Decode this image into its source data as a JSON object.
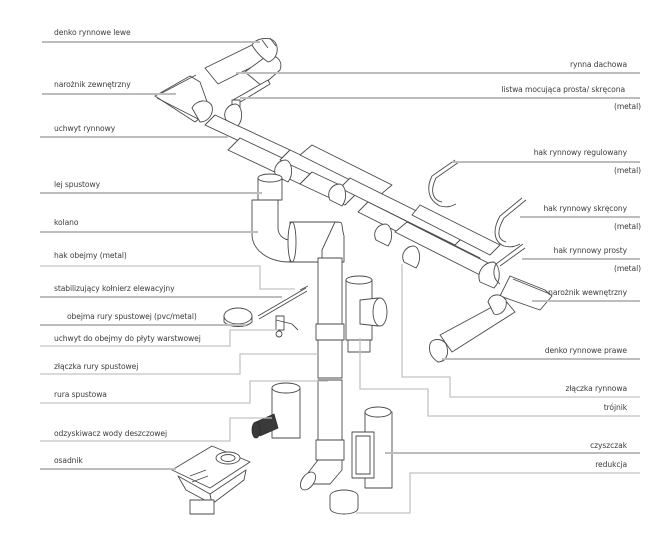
{
  "diagram": {
    "title": "",
    "labels_left": [
      {
        "id": "denko-lewe",
        "text": "denko rynnowe lewe"
      },
      {
        "id": "naroznik-zewnetrzny",
        "text": "narożnik zewnętrzny"
      },
      {
        "id": "uchwyt-rynnowy",
        "text": "uchwyt rynnowy"
      },
      {
        "id": "lej-spustowy",
        "text": "lej spustowy"
      },
      {
        "id": "kolano",
        "text": "kolano"
      },
      {
        "id": "hak-obejmy",
        "text": "hak obejmy (metal)"
      },
      {
        "id": "stabilizujacy-kolnierz",
        "text": "stabilizujący kołnierz elewacyjny"
      },
      {
        "id": "obejma-rury",
        "text": "obejma rury spustowej (pvc/metal)"
      },
      {
        "id": "uchwyt-do-obejmy",
        "text": "uchwyt do obejmy do płyty warstwowej"
      },
      {
        "id": "zlaczka-rury",
        "text": "złączka rury spustowej"
      },
      {
        "id": "rura-spustowa",
        "text": "rura spustowa"
      },
      {
        "id": "odzyskiwacz",
        "text": "odzyskiwacz wody deszczowej"
      },
      {
        "id": "osadnik",
        "text": "osadnik"
      }
    ],
    "labels_right": [
      {
        "id": "rynna-dachowa",
        "text": "rynna dachowa",
        "note": ""
      },
      {
        "id": "listwa-mocujaca",
        "text": "listwa mocująca prosta/ skręcona",
        "note": "(metal)"
      },
      {
        "id": "hak-regulowany",
        "text": "hak rynnowy regulowany",
        "note": "(metal)"
      },
      {
        "id": "hak-skrecony",
        "text": "hak rynnowy skręcony",
        "note": "(metal)"
      },
      {
        "id": "hak-prosty",
        "text": "hak rynnowy prosty",
        "note": "(metal)"
      },
      {
        "id": "naroznik-wewnetrzny",
        "text": "narożnik wewnętrzny",
        "note": ""
      },
      {
        "id": "denko-prawe",
        "text": "denko rynnowe prawe",
        "note": ""
      },
      {
        "id": "zlaczka-rynnowa",
        "text": "złączka rynnowa",
        "note": ""
      },
      {
        "id": "trojnik",
        "text": "trójnik",
        "note": ""
      },
      {
        "id": "czyszczak",
        "text": "czyszczak",
        "note": ""
      },
      {
        "id": "redukcja",
        "text": "redukcja",
        "note": ""
      }
    ],
    "colors": {
      "leader_line": "#bdbdbd",
      "line_art": "#4a4a4a",
      "text": "#3c3c3c",
      "background": "#ffffff"
    }
  }
}
